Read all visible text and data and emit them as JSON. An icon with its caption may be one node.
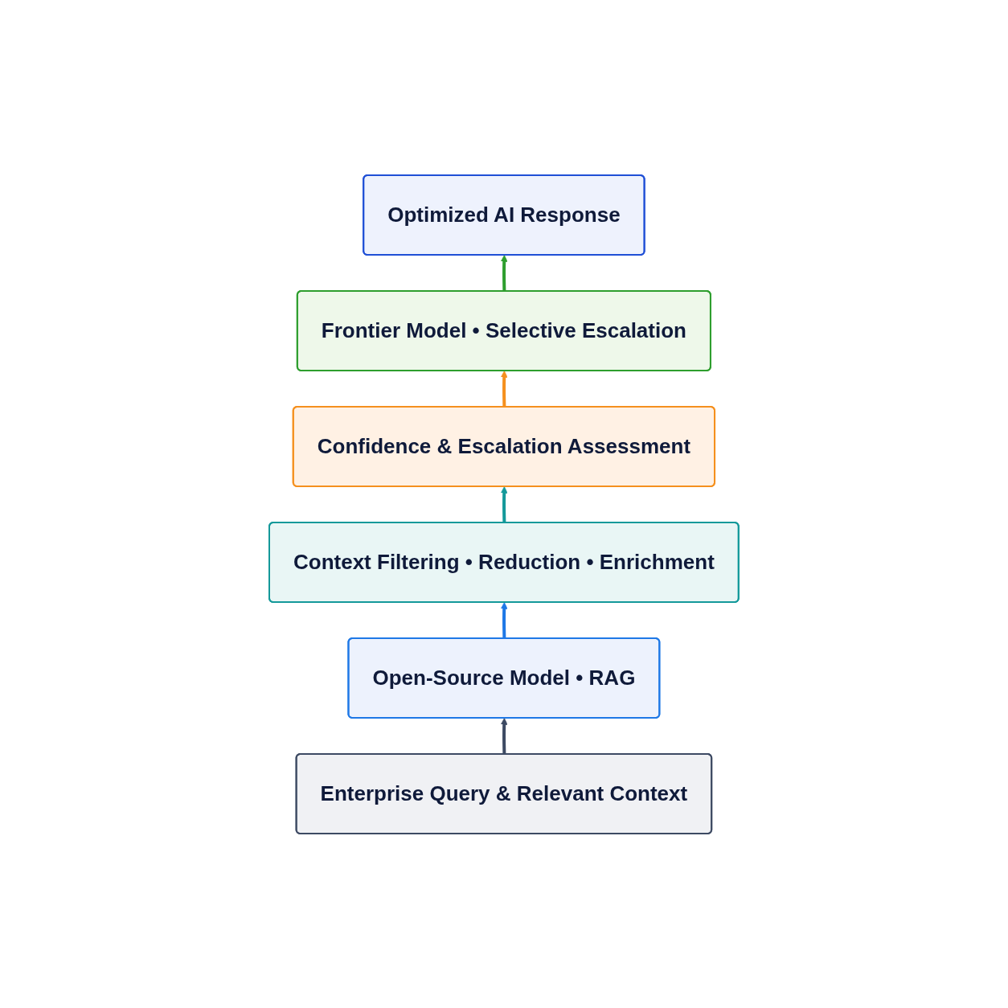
{
  "diagram": {
    "nodes": [
      {
        "text": [
          "Optimized AI Response"
        ]
      },
      {
        "text": [
          "Frontier Model • Selective Escalation"
        ]
      },
      {
        "text": [
          "Confidence & Escalation Assessment"
        ]
      },
      {
        "text": [
          "Context Filtering • Reduction • Enrichment"
        ]
      },
      {
        "text": [
          "Open-Source Model • RAG"
        ]
      },
      {
        "text": [
          "Enterprise Query & Relevant Context"
        ]
      }
    ],
    "edges": [
      {
        "from": 5,
        "to": 4,
        "arrow": "to",
        "color": "#3d4a63"
      },
      {
        "from": 4,
        "to": 3,
        "arrow": "to",
        "color": "#1e78e6"
      },
      {
        "from": 3,
        "to": 2,
        "arrow": "to",
        "color": "#14999a"
      },
      {
        "from": 2,
        "to": 1,
        "arrow": "to",
        "color": "#f5901e"
      },
      {
        "from": 1,
        "to": 0,
        "arrow": "to",
        "color": "#2e9e2e"
      }
    ]
  }
}
